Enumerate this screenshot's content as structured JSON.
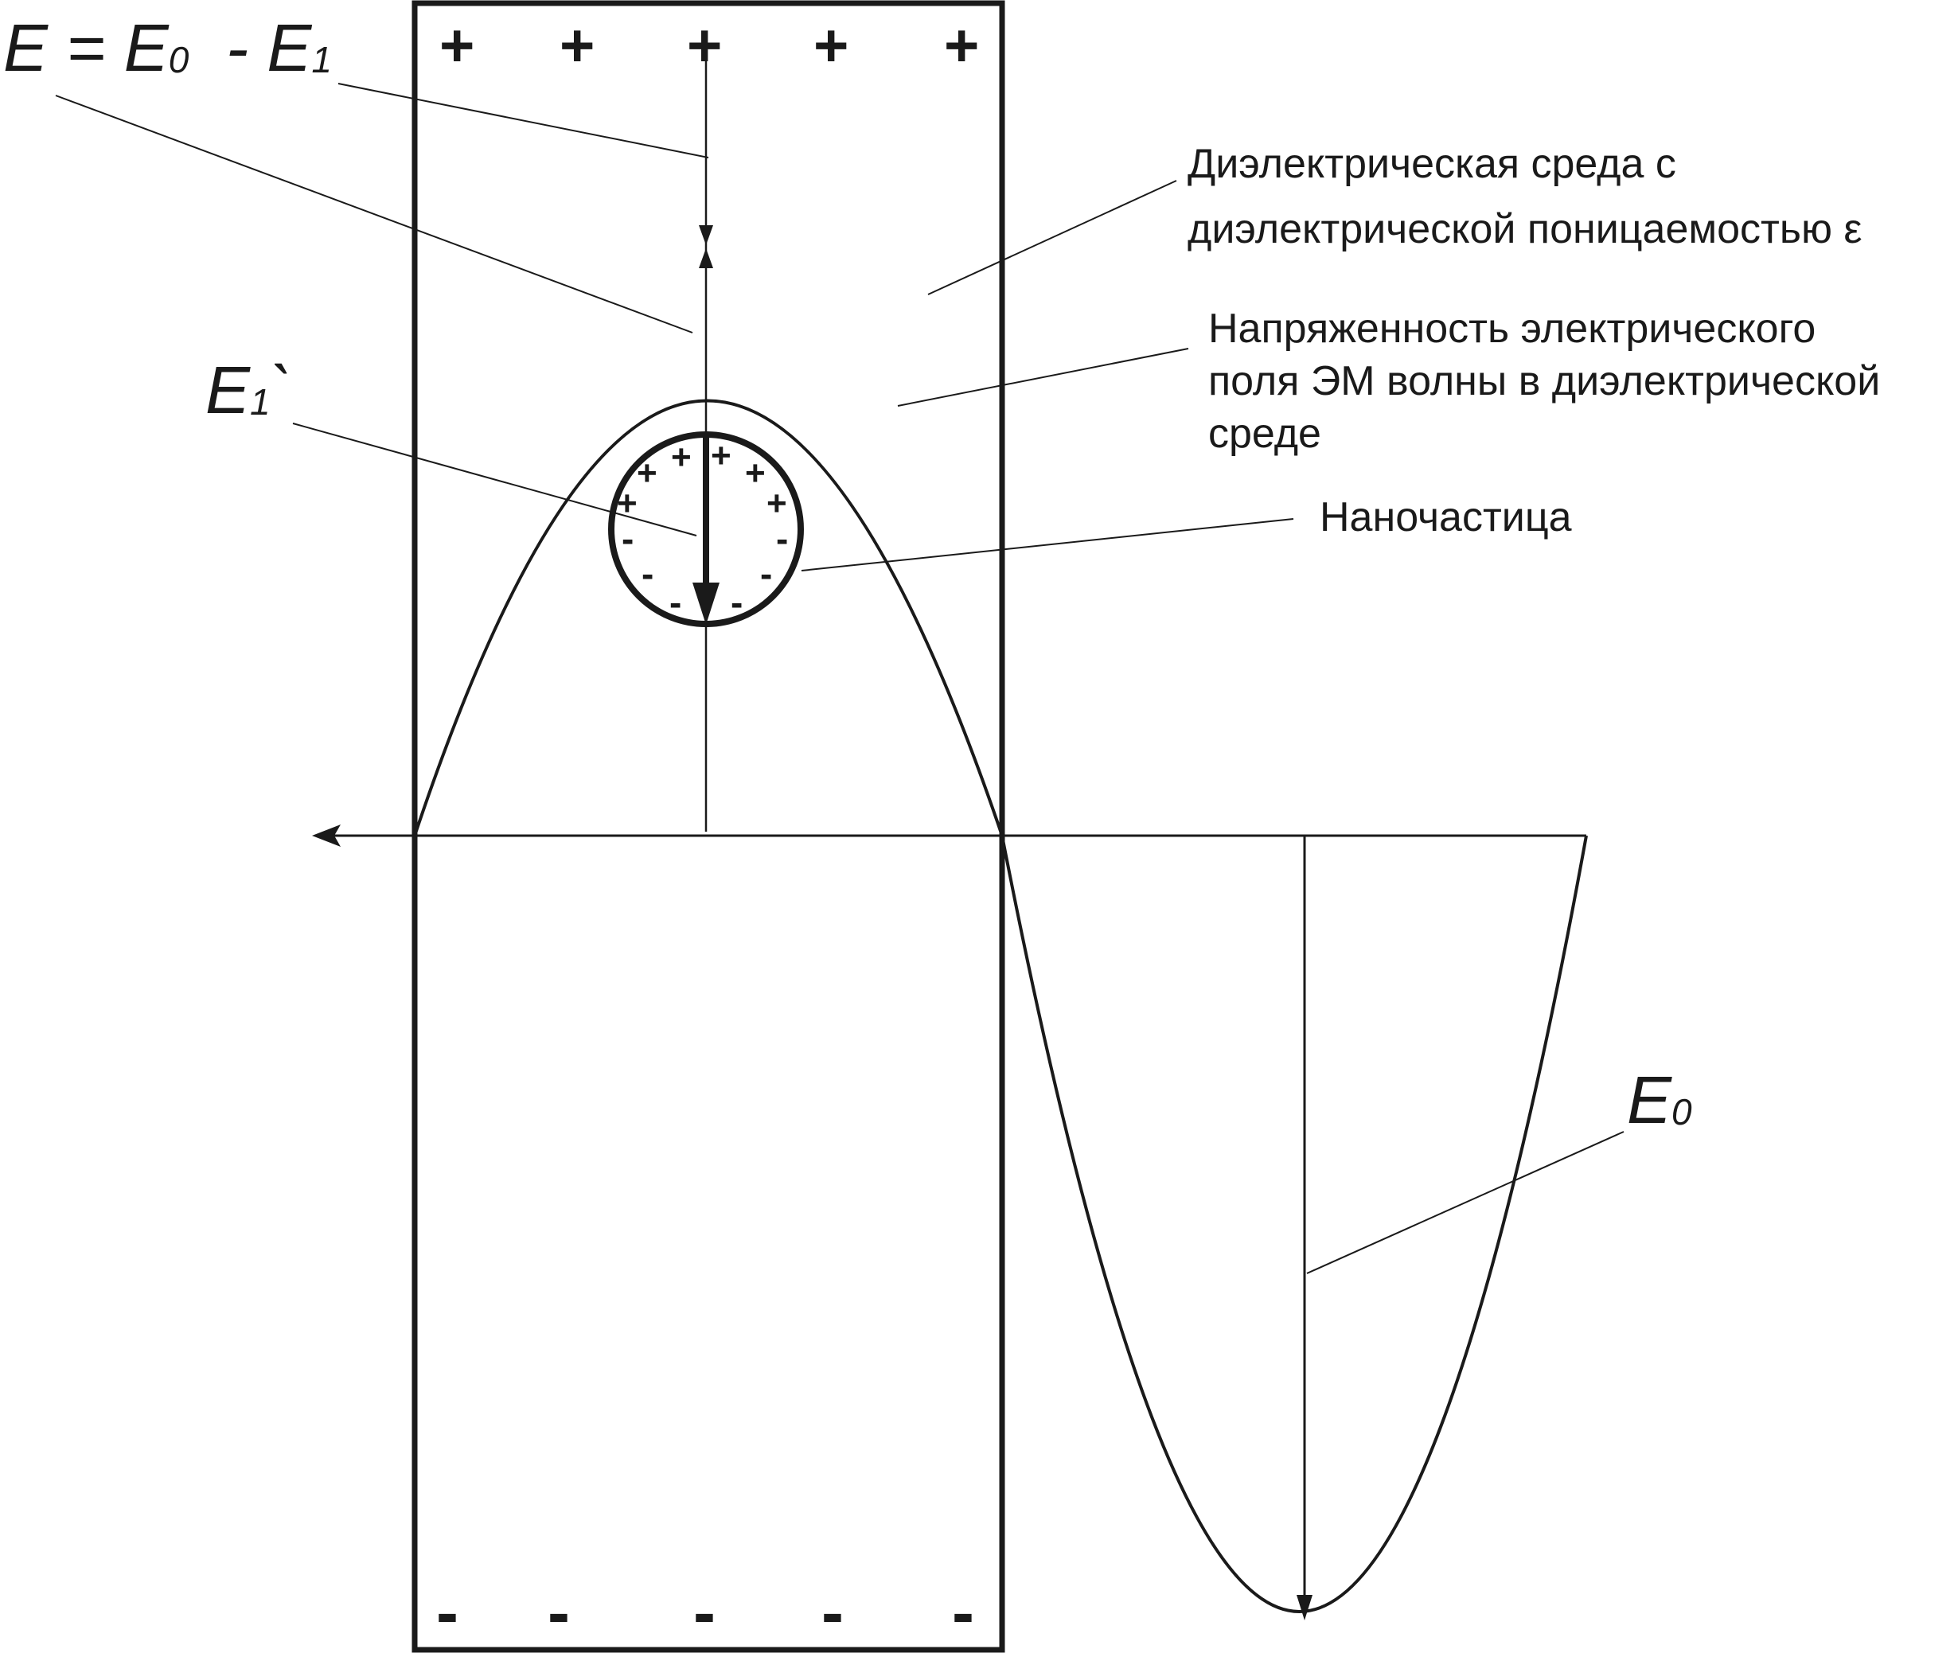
{
  "formula_top": {
    "main": "E = E",
    "sub0": "0",
    "minus": "  - E",
    "sub1": "1"
  },
  "label_e1prime": {
    "main": "E",
    "sub": "1",
    "tick": "`"
  },
  "label_e0": {
    "main": "E",
    "sub": "0"
  },
  "desc_medium": {
    "line1": "Диэлектрическая среда с",
    "line2": "диэлектрической поницаемостью ε"
  },
  "desc_field": {
    "line1": "Напряженность электрического",
    "line2": "поля ЭМ волны в диэлектрической",
    "line3": "среде"
  },
  "desc_particle": "Наночастица",
  "plate_top_signs": [
    "+",
    "+",
    "+",
    "+",
    "+"
  ],
  "plate_bottom_signs": [
    "-",
    "-",
    "-",
    "-",
    "-"
  ],
  "particle_plus": [
    "+",
    "+",
    "+",
    "+",
    "+",
    "+",
    "+"
  ],
  "particle_minus": [
    "-",
    "-",
    "-",
    "-",
    "-",
    "-",
    "-"
  ],
  "colors": {
    "line": "#1a1a1a",
    "background": "#ffffff"
  }
}
